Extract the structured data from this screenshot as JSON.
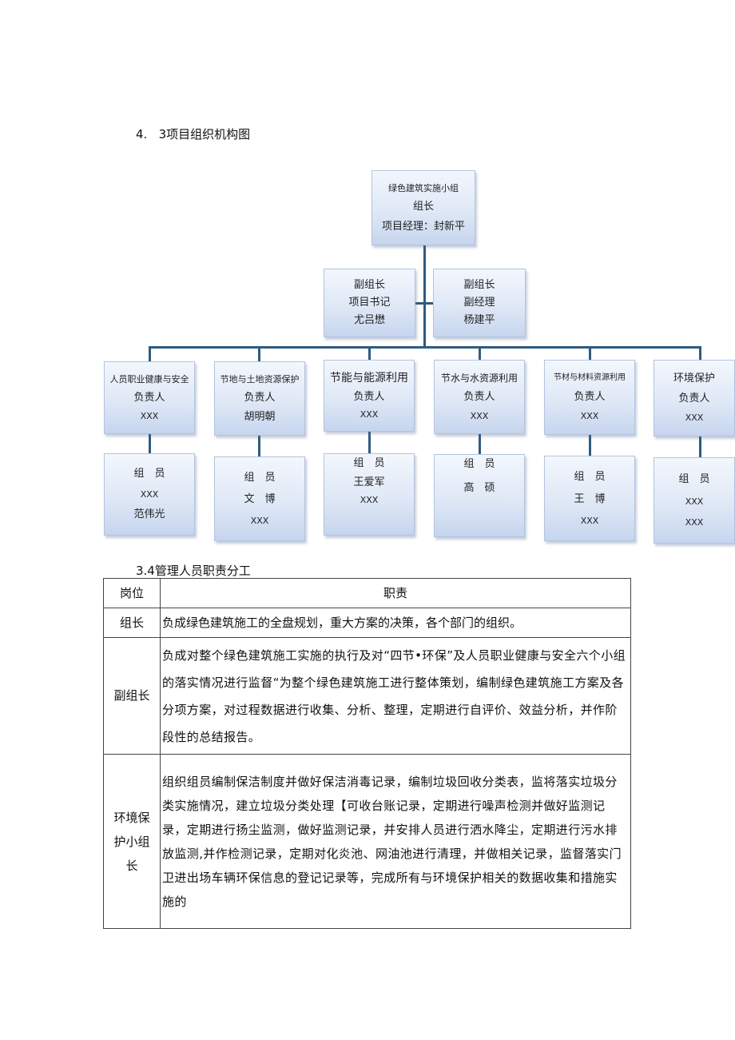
{
  "section_43": {
    "title": "4.   3项目组织机构图"
  },
  "org_chart": {
    "top": {
      "group": "绿色建筑实施小组",
      "role": "组长",
      "person": "项目经理：封新平"
    },
    "deputies": [
      {
        "role": "副组长",
        "position": "项目书记",
        "person": "尤吕懋"
      },
      {
        "role": "副组长",
        "position": "副经理",
        "person": "杨建平"
      }
    ],
    "departments": [
      {
        "name": "人员职业健康与安全",
        "lead_title": "负责人",
        "lead": "XXX",
        "member_title": "组　员",
        "members": [
          "XXX",
          "范伟光"
        ]
      },
      {
        "name": "节地与土地资源保护",
        "lead_title": "负责人",
        "lead": "胡明朝",
        "member_title": "组　员",
        "members": [
          "文　博",
          "XXX"
        ]
      },
      {
        "name": "节能与能源利用",
        "lead_title": "负责人",
        "lead": "XXX",
        "member_title": "组　员",
        "members": [
          "王爱军",
          "XXX"
        ]
      },
      {
        "name": "节水与水资源利用",
        "lead_title": "负责人",
        "lead": "XXX",
        "member_title": "组　员",
        "members": [
          "高　硕"
        ]
      },
      {
        "name": "节材与材料资源利用",
        "lead_title": "负责人",
        "lead": "XXX",
        "member_title": "组　员",
        "members": [
          "王　博",
          "XXX"
        ]
      },
      {
        "name": "环境保护",
        "lead_title": "负责人",
        "lead": "XXX",
        "member_title": "组　员",
        "members": [
          "XXX",
          "XXX"
        ]
      }
    ],
    "line_color": "#2f5b80"
  },
  "section_34": {
    "title": "3.4管理人员职责分工"
  },
  "duties_table": {
    "headers": [
      "岗位",
      "职责"
    ],
    "rows": [
      {
        "post": "组长",
        "duty": "负成绿色建筑施工的全盘规划，重大方案的决策，各个部门的组织。"
      },
      {
        "post": "副组长",
        "duty": "负成对整个绿色建筑施工实施的执行及对“四节•环保”及人员职业健康与安全六个小组的落实情况进行监督“为整个绿色建筑施工进行整体策划，编制绿色建筑施工方案及各分项方案，对过程数据进行收集、分析、整理，定期进行自评价、效益分析，并作阶段性的总结报告。"
      },
      {
        "post": "环境保护小组长",
        "duty": "组织组员编制保洁制度并做好保洁消毒记录，编制垃圾回收分类表，监将落实垃圾分类实施情况，建立垃圾分类处理【可收台账记录，定期进行噪声检测并做好监测记录，定期进行扬尘监测，做好监测记录，并安排人员进行洒水降尘，定期进行污水排放监测,并作检测记录，定期对化炎池、网油池进行清理，并做相关记录，监督落实门卫进出场车辆环保信息的登记记录等，完成所有与环境保护相关的数据收集和措施实施的"
      }
    ]
  }
}
